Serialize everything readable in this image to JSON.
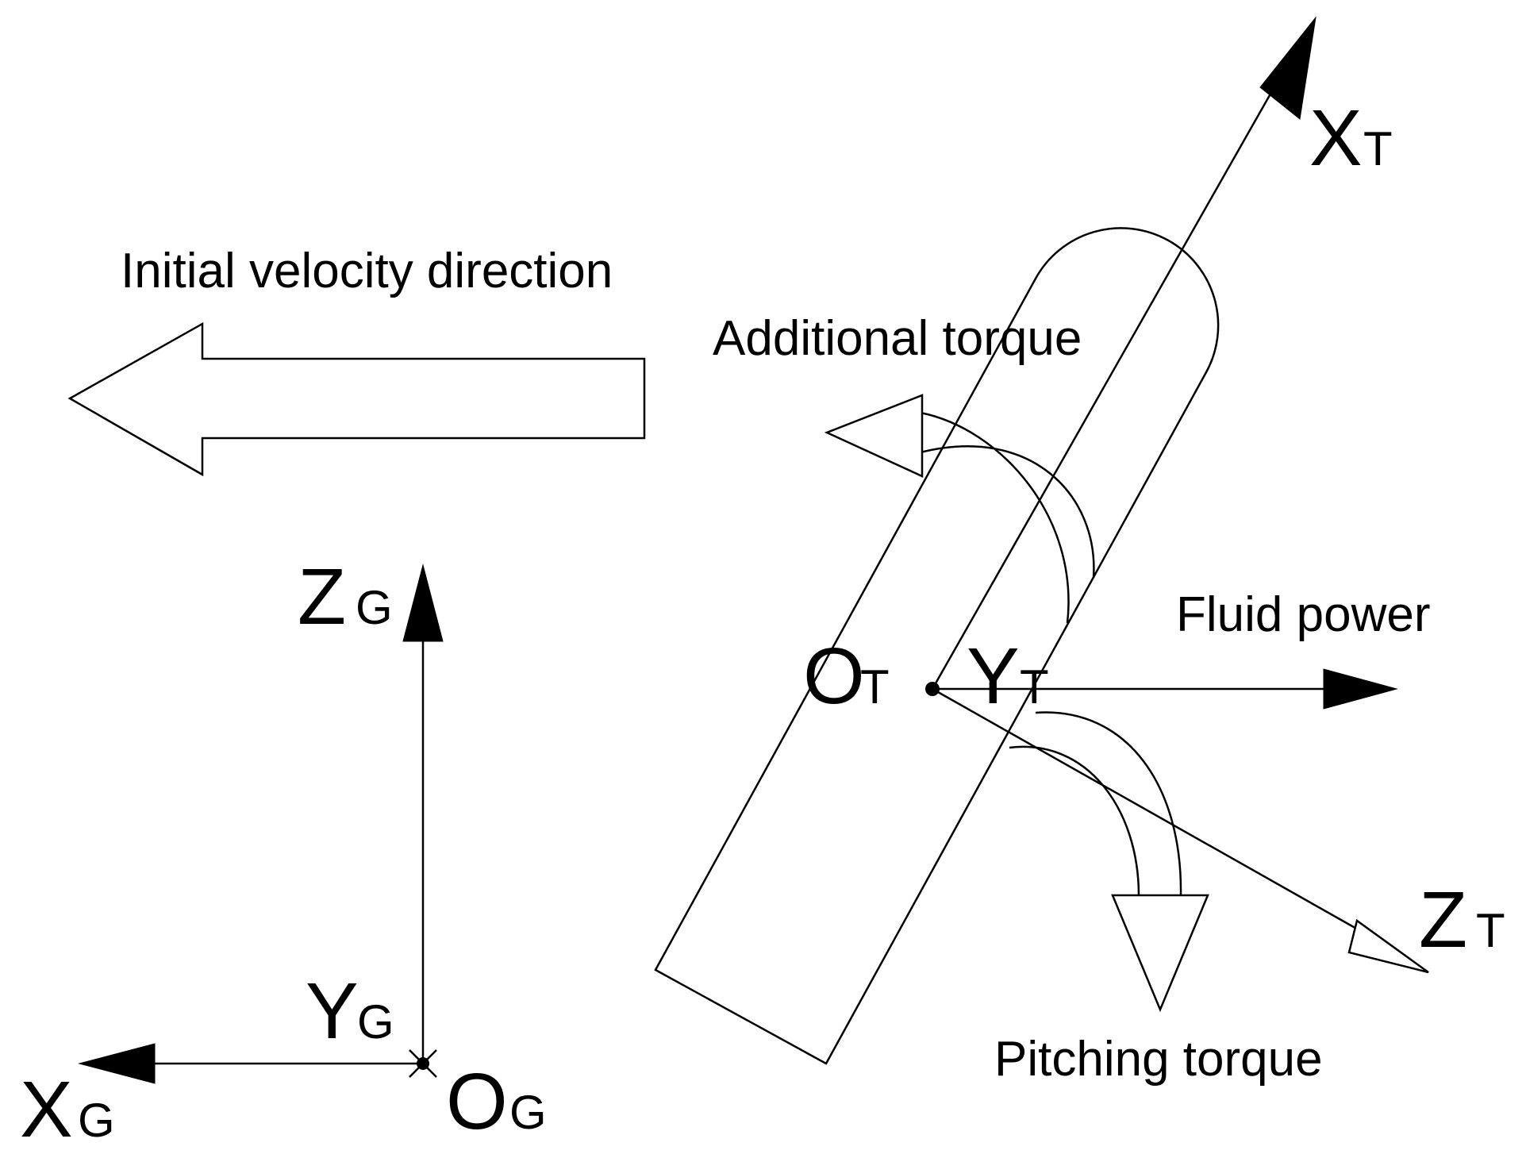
{
  "labels": {
    "initial_velocity": "Initial velocity direction",
    "additional_torque": "Additional torque",
    "fluid_power": "Fluid power",
    "pitching_torque": "Pitching torque"
  },
  "axes": {
    "xt": {
      "main": "X",
      "sub": "T"
    },
    "yt": {
      "main": "Y",
      "sub": "T"
    },
    "zt": {
      "main": "Z",
      "sub": "T"
    },
    "ot": {
      "main": "O",
      "sub": "T"
    },
    "xg": {
      "main": "X",
      "sub": "G"
    },
    "yg": {
      "main": "Y",
      "sub": "G"
    },
    "zg": {
      "main": "Z",
      "sub": "G"
    },
    "og": {
      "main": "O",
      "sub": "G"
    }
  },
  "colors": {
    "stroke": "#000000",
    "background": "#ffffff"
  }
}
